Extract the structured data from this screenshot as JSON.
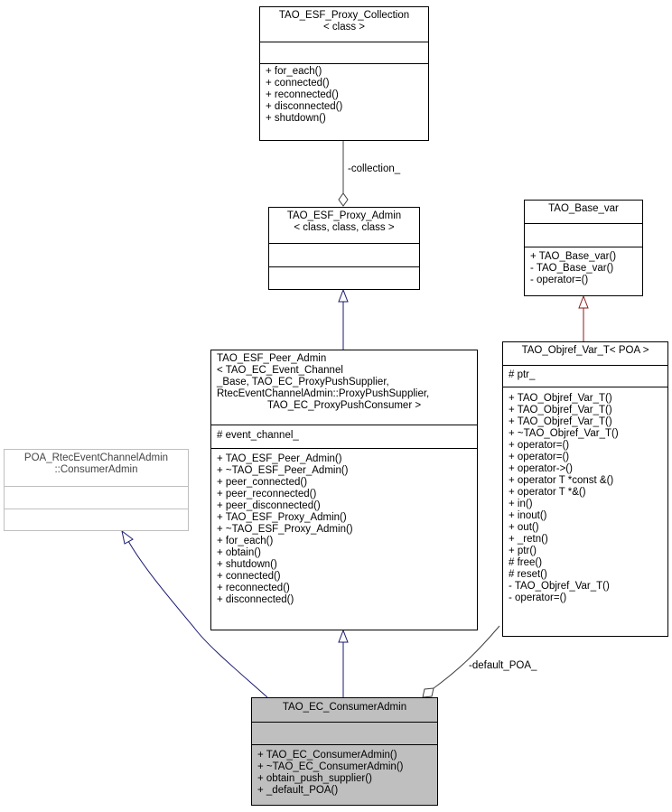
{
  "classes": {
    "proxy_collection": {
      "title": [
        "TAO_ESF_Proxy_Collection",
        "< class >"
      ],
      "attributes": [],
      "methods": [
        "+ for_each()",
        "+ connected()",
        "+ reconnected()",
        "+ disconnected()",
        "+ shutdown()"
      ]
    },
    "proxy_admin": {
      "title": [
        "TAO_ESF_Proxy_Admin",
        "< class, class, class >"
      ],
      "attributes": [],
      "methods": []
    },
    "peer_admin": {
      "title": [
        "TAO_ESF_Peer_Admin",
        "< TAO_EC_Event_Channel",
        "_Base, TAO_EC_ProxyPushSupplier,",
        "RtecEventChannelAdmin::ProxyPushSupplier,",
        "TAO_EC_ProxyPushConsumer >"
      ],
      "attributes": [
        "# event_channel_"
      ],
      "methods": [
        "+ TAO_ESF_Peer_Admin()",
        "+ ~TAO_ESF_Peer_Admin()",
        "+ peer_connected()",
        "+ peer_reconnected()",
        "+ peer_disconnected()",
        "+ TAO_ESF_Proxy_Admin()",
        "+ ~TAO_ESF_Proxy_Admin()",
        "+ for_each()",
        "+ obtain()",
        "+ shutdown()",
        "+ connected()",
        "+ reconnected()",
        "+ disconnected()"
      ]
    },
    "base_var": {
      "title": [
        "TAO_Base_var"
      ],
      "attributes": [],
      "methods": [
        "+ TAO_Base_var()",
        "- TAO_Base_var()",
        "- operator=()"
      ]
    },
    "objref_var": {
      "title": [
        "TAO_Objref_Var_T< POA >"
      ],
      "attributes": [
        "# ptr_"
      ],
      "methods": [
        "+ TAO_Objref_Var_T()",
        "+ TAO_Objref_Var_T()",
        "+ TAO_Objref_Var_T()",
        "+ ~TAO_Objref_Var_T()",
        "+ operator=()",
        "+ operator=()",
        "+ operator->()",
        "+ operator T *const &()",
        "+ operator T *&()",
        "+ in()",
        "+ inout()",
        "+ out()",
        "+ _retn()",
        "+ ptr()",
        "# free()",
        "# reset()",
        "- TAO_Objref_Var_T()",
        "- operator=()"
      ]
    },
    "poa_consumer_admin": {
      "title": [
        "POA_RtecEventChannelAdmin",
        "::ConsumerAdmin"
      ],
      "attributes": [],
      "methods": []
    },
    "consumer_admin": {
      "title": [
        "TAO_EC_ConsumerAdmin"
      ],
      "attributes": [],
      "methods": [
        "+ TAO_EC_ConsumerAdmin()",
        "+ ~TAO_EC_ConsumerAdmin()",
        "+ obtain_push_supplier()",
        "+ _default_POA()"
      ]
    }
  },
  "edges": {
    "collection_label": "-collection_",
    "default_poa_label": "-default_POA_"
  },
  "colors": {
    "inheritance_public": "#191970",
    "inheritance_template": "#8b1a1a",
    "usage": "#404040",
    "focus_fill": "#bfbfbf",
    "external_border": "#bfbfbf"
  }
}
